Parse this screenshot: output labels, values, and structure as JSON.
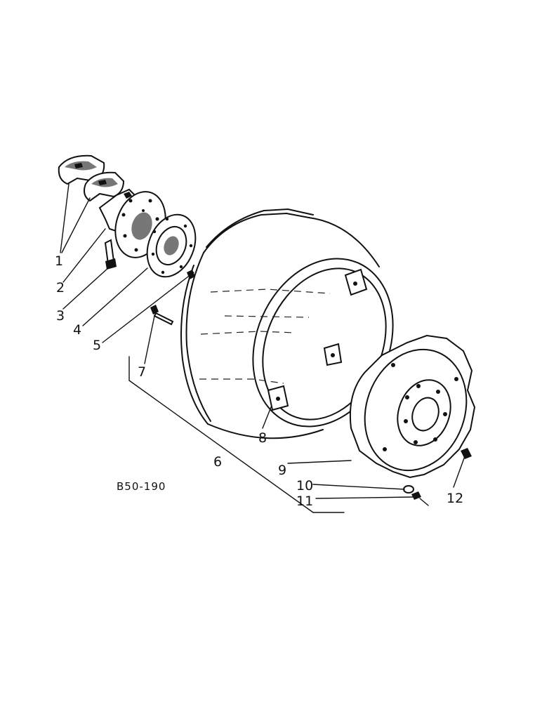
{
  "figure_code": "B50-190",
  "callouts": [
    {
      "id": "1",
      "text": "1"
    },
    {
      "id": "2",
      "text": "2"
    },
    {
      "id": "3",
      "text": "3"
    },
    {
      "id": "4",
      "text": "4"
    },
    {
      "id": "5",
      "text": "5"
    },
    {
      "id": "6",
      "text": "6"
    },
    {
      "id": "7",
      "text": "7"
    },
    {
      "id": "8",
      "text": "8"
    },
    {
      "id": "9",
      "text": "9"
    },
    {
      "id": "10",
      "text": "10"
    },
    {
      "id": "11",
      "text": "11"
    },
    {
      "id": "12",
      "text": "12"
    }
  ],
  "colors": {
    "ink": "#111111",
    "paper": "#ffffff"
  }
}
